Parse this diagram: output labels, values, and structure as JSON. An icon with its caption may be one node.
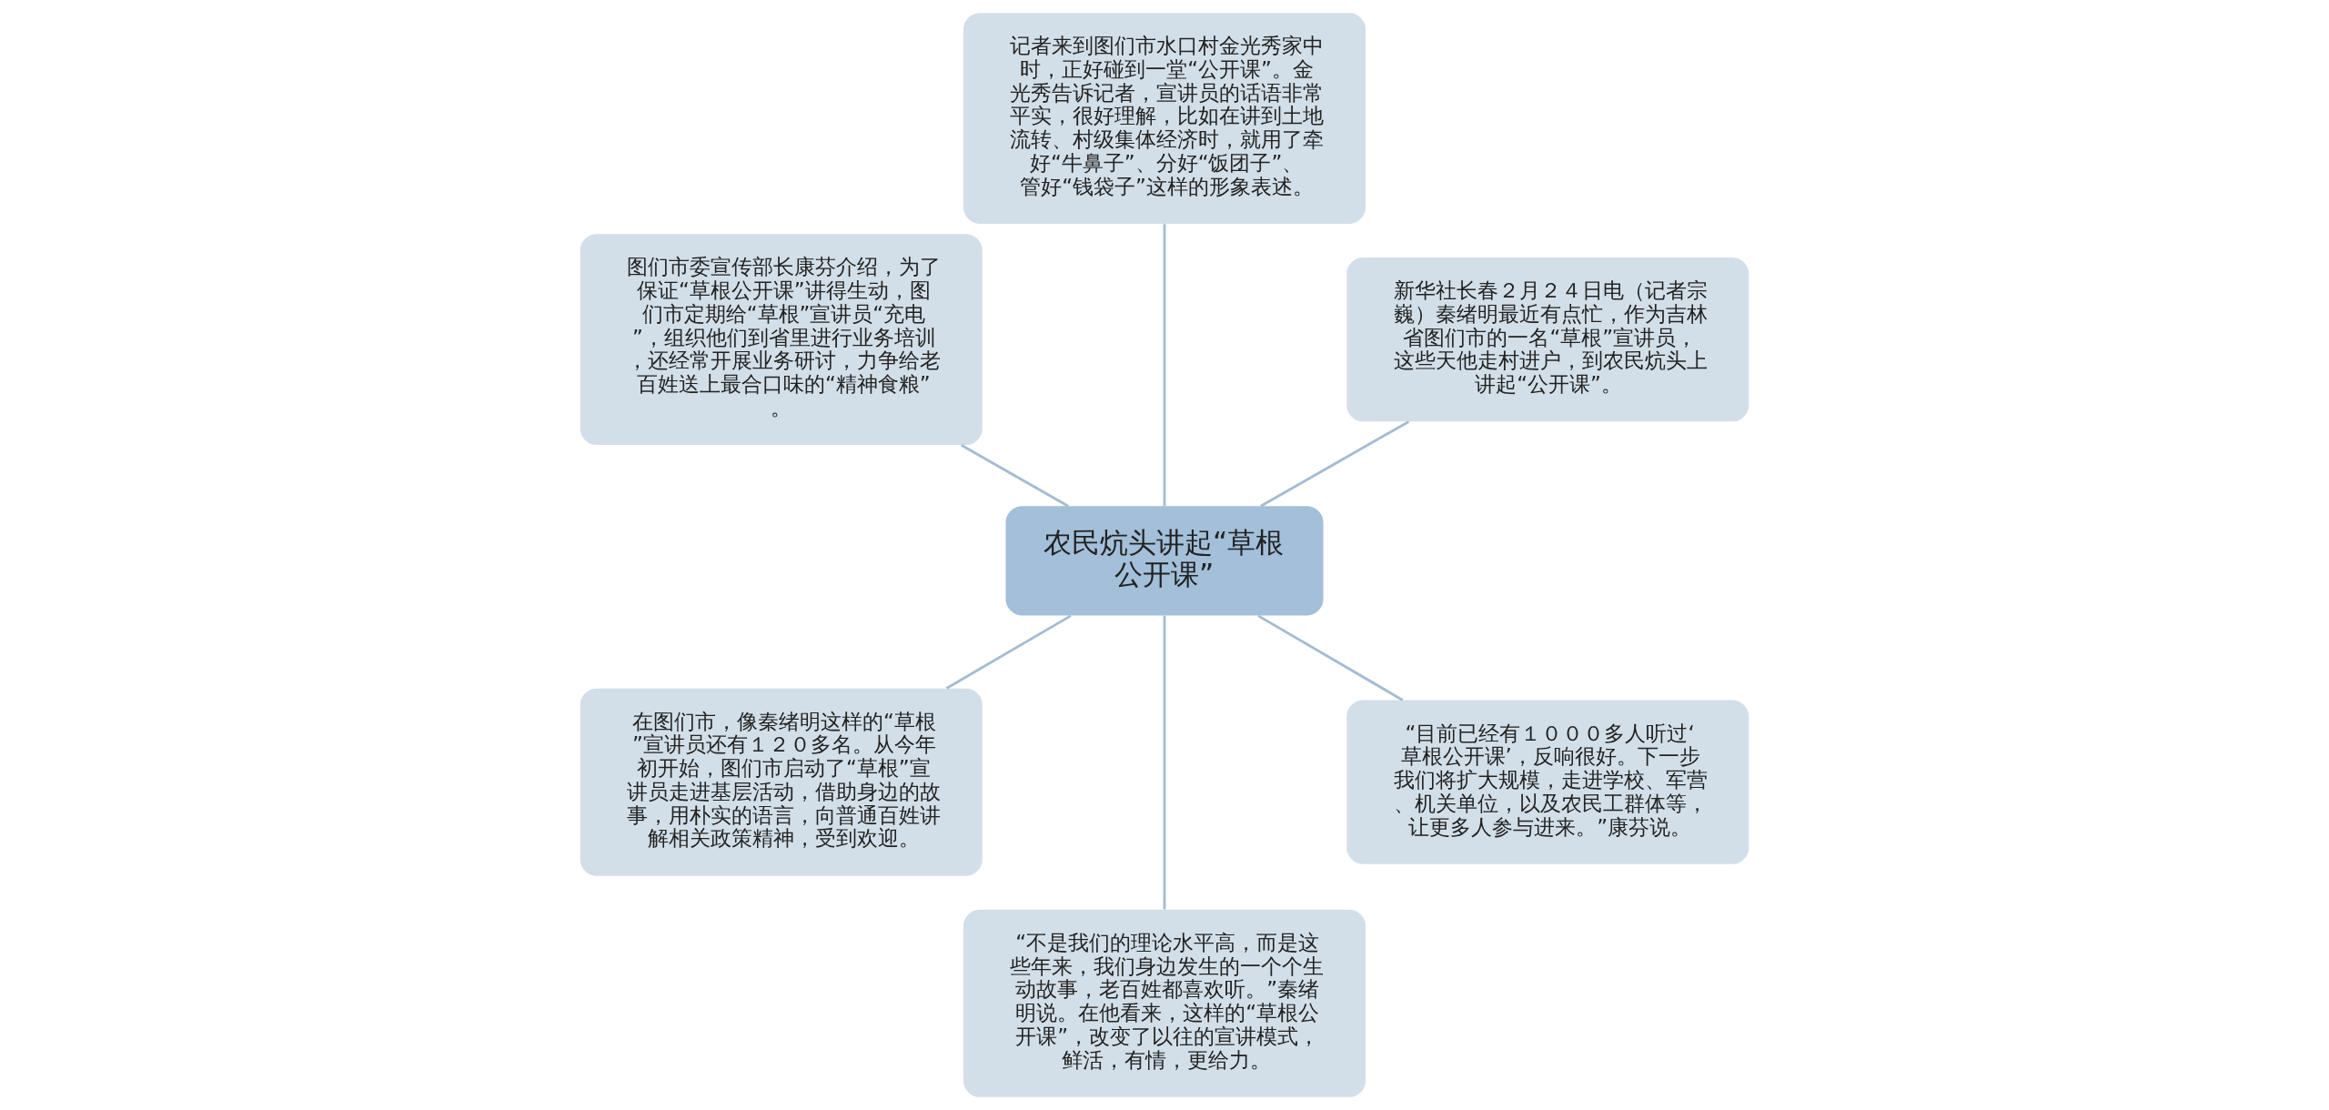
{
  "diagram": {
    "nodes": [
      {
        "text": [
          "农民炕头讲起“草根公开课”"
        ]
      },
      {
        "text": [
          "新华社长春２月２４日电（记者宗巍）秦绪明最近有点忙，作为吉林省图们市的一名“草根”宣讲员，这些天他走村进户，到农民炕头上讲起“公开课”。"
        ]
      },
      {
        "text": [
          "记者来到图们市水口村金光秀家中时，正好碰到一堂“公开课”。金光秀告诉记者，宣讲员的话语非常平实，很好理解，比如在讲到土地流转、村级集体经济时，就用了牵好“牛鼻子”、分好“饭团子”、管好“钱袋子”这样的形象表述。"
        ]
      },
      {
        "text": [
          "图们市委宣传部长康芬介绍，为了保证“草根公开课”讲得生动，图们市定期给“草根”宣讲员“充电”，组织他们到省里进行业务培训，还经常开展业务研讨，力争给老百姓送上最合口味的“精神食粮”。"
        ]
      },
      {
        "text": [
          "在图们市，像秦绪明这样的“草根”宣讲员还有１２０多名。从今年初开始，图们市启动了“草根”宣讲员走进基层活动，借助身边的故事，用朴实的语言，向普通百姓讲解相关政策精神，受到欢迎。"
        ]
      },
      {
        "text": [
          "“不是我们的理论水平高，而是这些年来，我们身边发生的一个个生动故事，老百姓都喜欢听。”秦绪明说。在他看来，这样的“草根公开课”，改变了以往的宣讲模式，鲜活，有情，更给力。"
        ]
      },
      {
        "text": [
          "“目前已经有１０００多人听过‘草根公开课’，反响很好。下一步我们将扩大规模，走进学校、军营、机关单位，以及农民工群体等，让更多人参与进来。”康芬说。"
        ]
      }
    ],
    "edges": [
      {
        "from": 0,
        "to": 1,
        "arrow": "none"
      },
      {
        "from": 0,
        "to": 2,
        "arrow": "none"
      },
      {
        "from": 0,
        "to": 3,
        "arrow": "none"
      },
      {
        "from": 0,
        "to": 4,
        "arrow": "none"
      },
      {
        "from": 0,
        "to": 5,
        "arrow": "none"
      },
      {
        "from": 0,
        "to": 6,
        "arrow": "none"
      }
    ]
  }
}
